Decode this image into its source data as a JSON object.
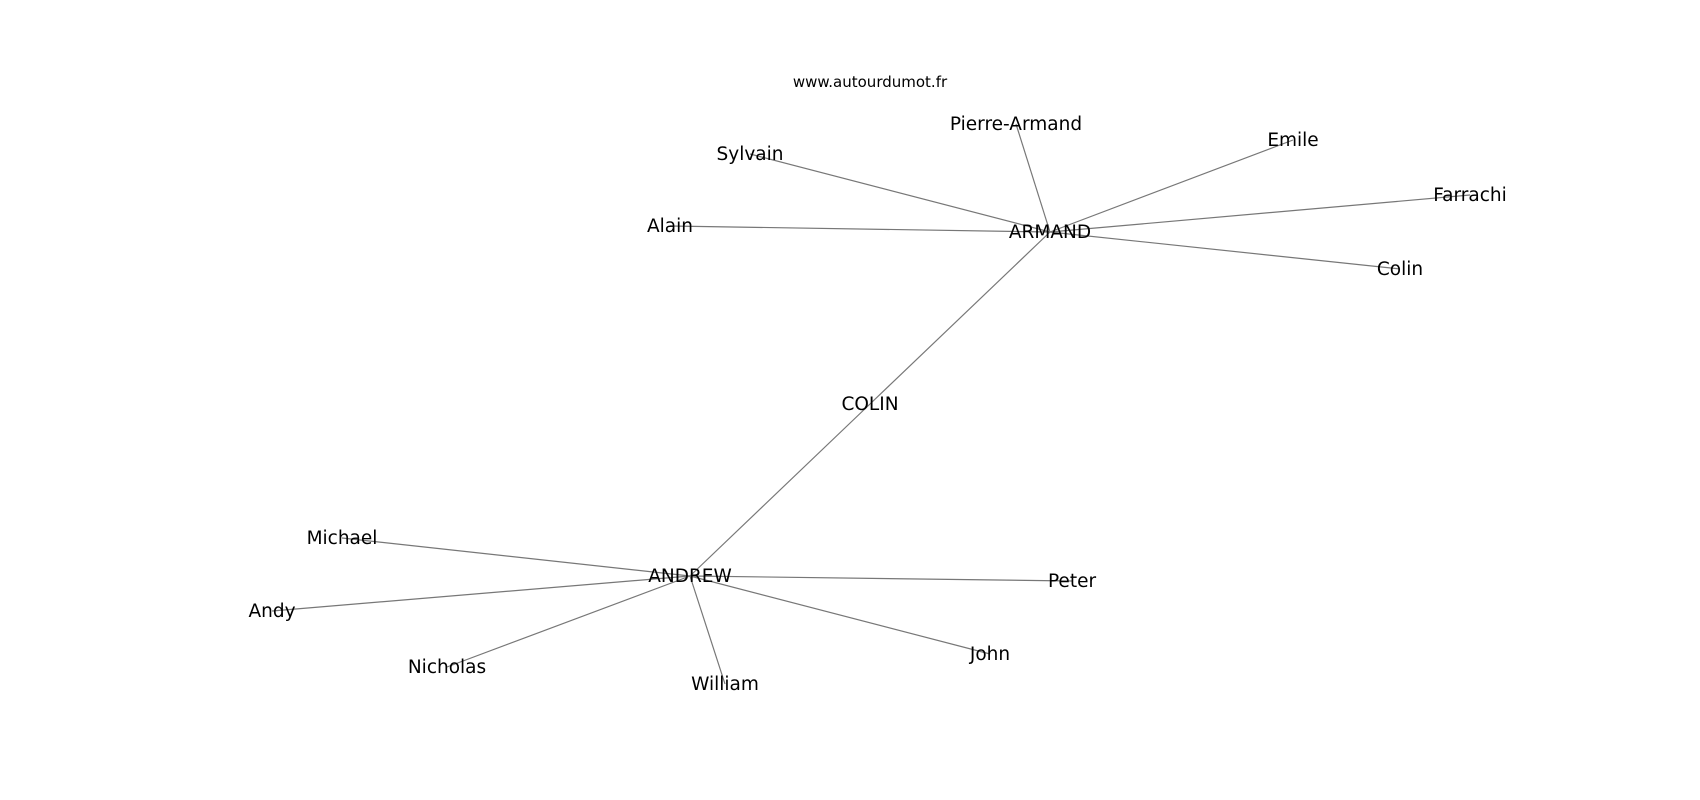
{
  "title": "www.autourdumot.fr",
  "nodes": [
    {
      "id": "ARMAND"
    },
    {
      "id": "COLIN"
    },
    {
      "id": "ANDREW"
    },
    {
      "id": "Sylvain"
    },
    {
      "id": "Alain"
    },
    {
      "id": "Pierre-Armand"
    },
    {
      "id": "Emile"
    },
    {
      "id": "Farrachi"
    },
    {
      "id": "Colin"
    },
    {
      "id": "Michael"
    },
    {
      "id": "Andy"
    },
    {
      "id": "Nicholas"
    },
    {
      "id": "William"
    },
    {
      "id": "John"
    },
    {
      "id": "Peter"
    }
  ],
  "edges": [
    [
      "ARMAND",
      "Sylvain"
    ],
    [
      "ARMAND",
      "Alain"
    ],
    [
      "ARMAND",
      "Pierre-Armand"
    ],
    [
      "ARMAND",
      "Emile"
    ],
    [
      "ARMAND",
      "Farrachi"
    ],
    [
      "ARMAND",
      "Colin"
    ],
    [
      "ARMAND",
      "COLIN"
    ],
    [
      "COLIN",
      "ANDREW"
    ],
    [
      "ANDREW",
      "Michael"
    ],
    [
      "ANDREW",
      "Andy"
    ],
    [
      "ANDREW",
      "Nicholas"
    ],
    [
      "ANDREW",
      "William"
    ],
    [
      "ANDREW",
      "John"
    ],
    [
      "ANDREW",
      "Peter"
    ]
  ]
}
